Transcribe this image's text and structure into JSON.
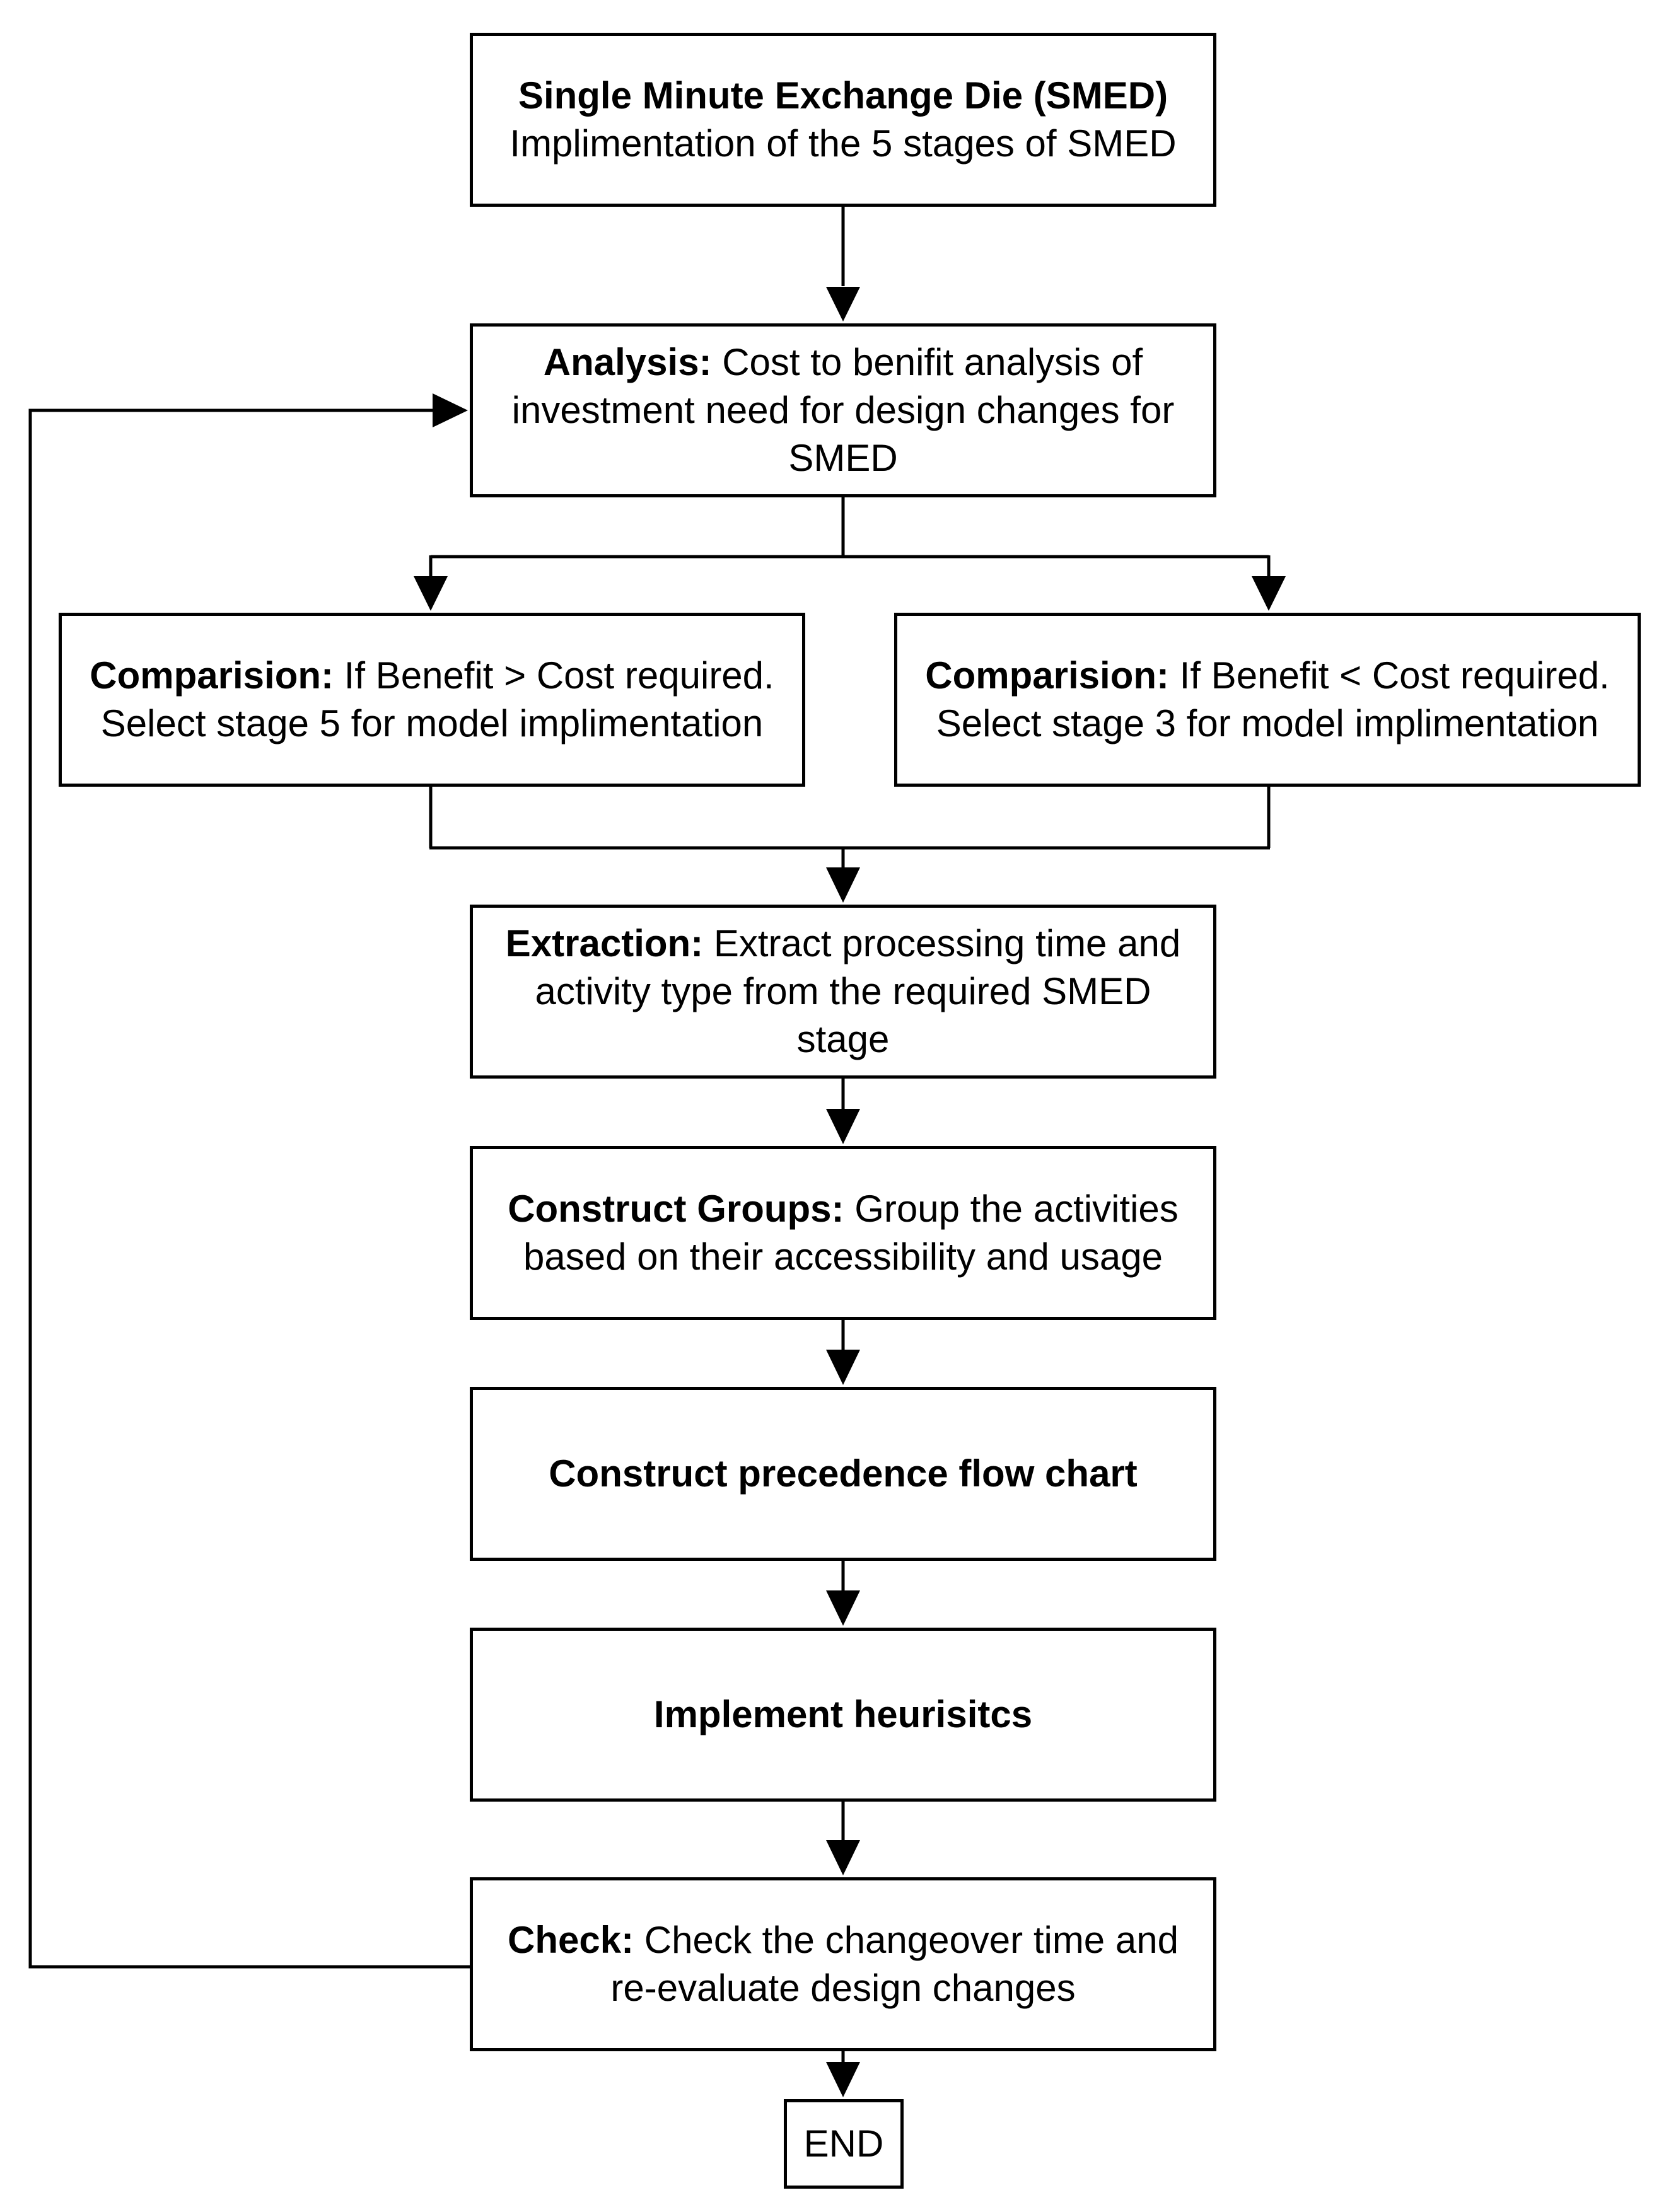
{
  "nodes": {
    "smed": {
      "title": "Single Minute Exchange Die (SMED)",
      "text": "Implimentation of the 5 stages of SMED"
    },
    "analysis": {
      "title": "Analysis:",
      "text": " Cost to benifit analysis of investment need for design changes for SMED"
    },
    "comparison_greater": {
      "title": "Comparision:",
      "text": " If Benefit > Cost required. Select stage 5 for model implimentation"
    },
    "comparison_less": {
      "title": "Comparision:",
      "text": " If Benefit < Cost required. Select stage 3 for model implimentation"
    },
    "extraction": {
      "title": "Extraction:",
      "text": " Extract processing time and activity type from the required SMED stage"
    },
    "construct_groups": {
      "title": "Construct Groups:",
      "text": " Group the activities based on their accessibility and usage"
    },
    "precedence": {
      "title": "Construct precedence flow chart"
    },
    "heuristics": {
      "title": "Implement heurisitcs"
    },
    "check": {
      "title": "Check:",
      "text": " Check the changeover time and re-evaluate design changes"
    },
    "end": {
      "text": "END"
    }
  }
}
